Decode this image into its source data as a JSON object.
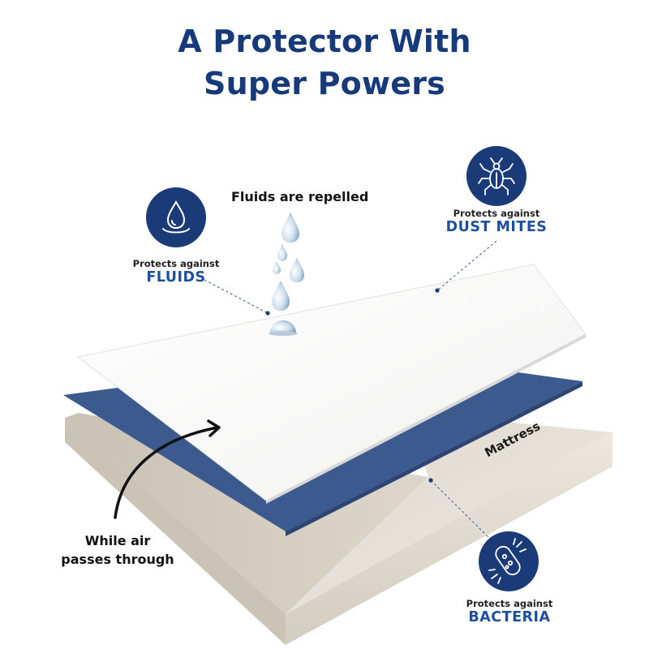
{
  "title": {
    "line1": "A Protector With",
    "line2": "Super Powers"
  },
  "fluids_callout": {
    "icon": "water-drop-icon",
    "small": "Protects against",
    "big": "FLUIDS"
  },
  "dust_callout": {
    "icon": "dust-mite-icon",
    "small": "Protects against",
    "big": "DUST MITES"
  },
  "bacteria_callout": {
    "icon": "bacteria-icon",
    "small": "Protects against",
    "big": "BACTERIA"
  },
  "fluids_repelled": "Fluids are repelled",
  "air_note": {
    "line1": "While air",
    "line2": "passes through"
  },
  "mattress_label": "Mattress",
  "colors": {
    "navy": "#1b3a78",
    "accent_blue": "#1e4e9e",
    "layer_blue": "#3d5a8e"
  }
}
